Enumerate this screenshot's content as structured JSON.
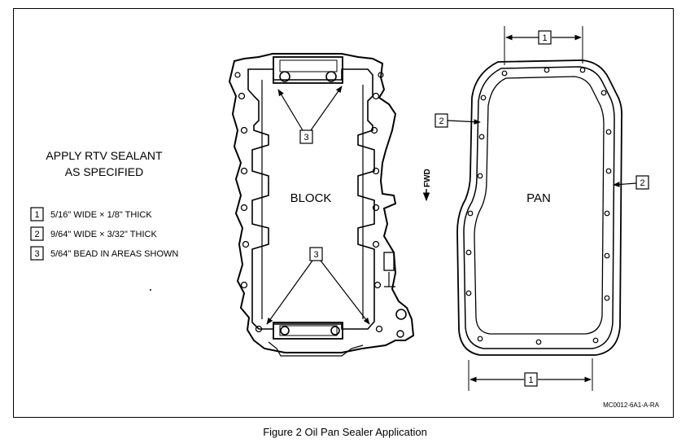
{
  "instructions": {
    "line1": "APPLY RTV SEALANT",
    "line2": "AS SPECIFIED"
  },
  "legend": [
    {
      "key": "1",
      "text": "5/16\" WIDE × 1/8\" THICK"
    },
    {
      "key": "2",
      "text": "9/64\" WIDE × 3/32\" THICK"
    },
    {
      "key": "3",
      "text": "5/64\" BEAD IN AREAS SHOWN"
    }
  ],
  "block_label": "BLOCK",
  "pan_label": "PAN",
  "fwd_label": "FWD",
  "callouts": {
    "c1": "1",
    "c2": "2",
    "c3": "3"
  },
  "ref_code": "MC0012-6A1-A-RA",
  "caption": "Figure 2 Oil Pan Sealer Application"
}
